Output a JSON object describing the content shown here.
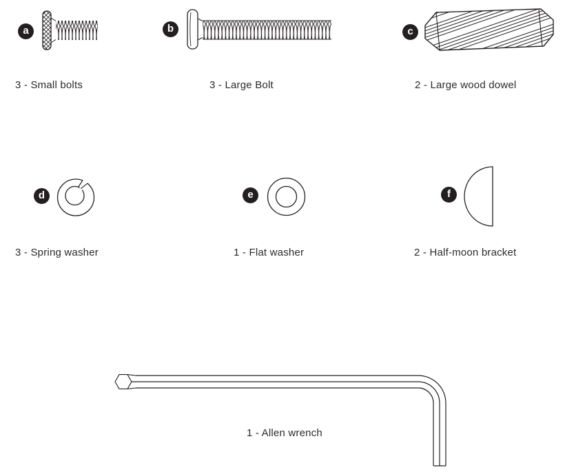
{
  "page": {
    "background": "#ffffff",
    "line_color": "#231f20",
    "text_color": "#2b2a29",
    "badge_bg": "#231f20",
    "badge_fg": "#ffffff"
  },
  "parts": [
    {
      "badge": "a",
      "quantity": "3",
      "item": "Small bolts",
      "caption": "3 - Small bolts",
      "icon": "small-bolt-icon"
    },
    {
      "badge": "b",
      "quantity": "3",
      "item": "Large Bolt",
      "caption": "3 - Large Bolt",
      "icon": "large-bolt-icon"
    },
    {
      "badge": "c",
      "quantity": "2",
      "item": "Large wood dowel",
      "caption": "2 - Large wood dowel",
      "icon": "wood-dowel-icon"
    },
    {
      "badge": "d",
      "quantity": "3",
      "item": "Spring washer",
      "caption": "3 - Spring washer",
      "icon": "spring-washer-icon"
    },
    {
      "badge": "e",
      "quantity": "1",
      "item": "Flat washer",
      "caption": "1 - Flat washer",
      "icon": "flat-washer-icon"
    },
    {
      "badge": "f",
      "quantity": "2",
      "item": "Half-moon bracket",
      "caption": "2 - Half-moon bracket",
      "icon": "half-moon-bracket-icon"
    },
    {
      "badge": "",
      "quantity": "1",
      "item": "Allen wrench",
      "caption": "1 - Allen wrench",
      "icon": "allen-wrench-icon"
    }
  ]
}
